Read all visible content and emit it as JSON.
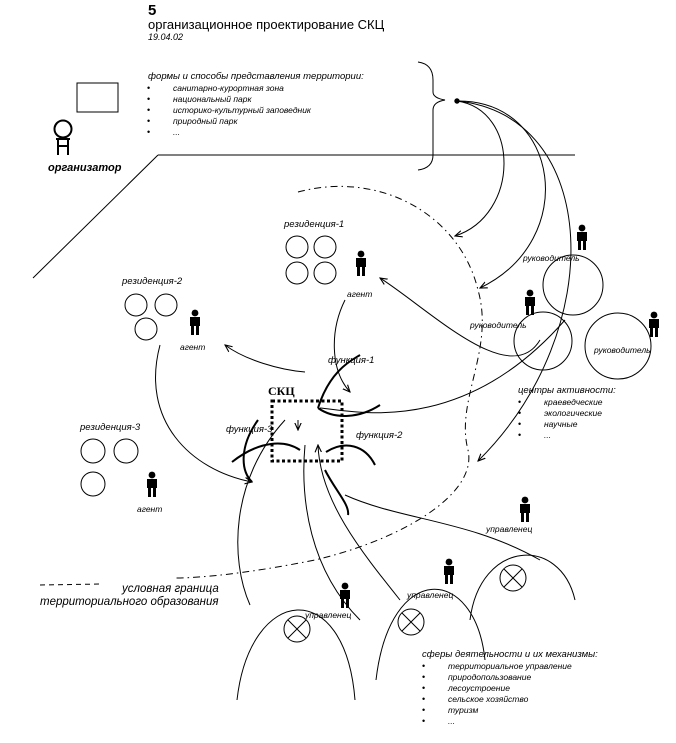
{
  "header": {
    "number": "5",
    "title": "организационное проектирование СКЦ",
    "date": "19.04.02"
  },
  "forms": {
    "heading": "формы и способы представления территории:",
    "items": [
      "санитарно-курортная зона",
      "национальный парк",
      "историко-культурный заповедник",
      "природный парк",
      "..."
    ]
  },
  "organizer": {
    "label": "организатор"
  },
  "residences": [
    {
      "name": "резиденция-1"
    },
    {
      "name": "резиденция-2"
    },
    {
      "name": "резиденция-3"
    }
  ],
  "agent_label": "агент",
  "manager_label": "руководитель",
  "center": {
    "label": "СКЦ",
    "functions": [
      "функция-1",
      "функция-2",
      "функция-3"
    ]
  },
  "centers": {
    "heading": "центры активности:",
    "items": [
      "краеведческие",
      "экологические",
      "научные",
      "..."
    ]
  },
  "controller_label": "управленец",
  "boundary": {
    "line1": "условная граница",
    "line2": "территориального образования"
  },
  "spheres": {
    "heading": "сферы деятельности и их механизмы:",
    "items": [
      "территориальное управление",
      "природопользование",
      "лесоустроение",
      "сельское хозяйство",
      "туризм",
      "..."
    ]
  },
  "colors": {
    "ink": "#000000",
    "background": "#ffffff"
  }
}
